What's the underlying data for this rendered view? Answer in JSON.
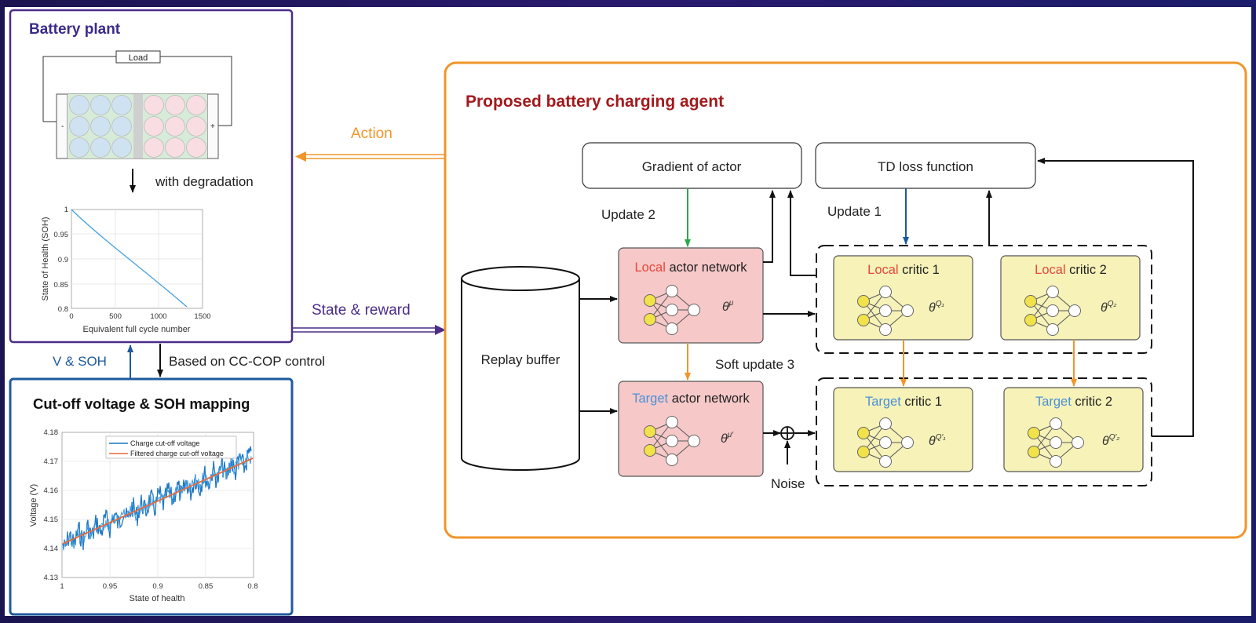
{
  "battery_plant": {
    "title": "Battery plant",
    "load_label": "Load",
    "neg_terminal": "-",
    "pos_terminal": "+",
    "degradation_label": "with degradation"
  },
  "soh_plot": {
    "ylabel": "State of Health (SOH)",
    "xlabel": "Equivalent full cycle number",
    "y_ticks": [
      "1",
      "0.95",
      "0.9",
      "0.85",
      "0.8"
    ],
    "x_ticks": [
      "0",
      "500",
      "1000",
      "1500"
    ]
  },
  "cutoff_panel": {
    "title": "Cut-off voltage & SOH mapping",
    "ylabel": "Voltage (V)",
    "xlabel": "State of health",
    "y_ticks": [
      "4.18",
      "4.17",
      "4.16",
      "4.15",
      "4.14",
      "4.13"
    ],
    "x_ticks": [
      "1",
      "0.95",
      "0.9",
      "0.85",
      "0.8"
    ],
    "legend": [
      "Charge cut-off voltage",
      "Filtered charge cut-off voltage"
    ]
  },
  "arrows": {
    "action": "Action",
    "state_reward": "State & reward",
    "v_soh": "V & SOH",
    "cc_cop": "Based on CC-COP control"
  },
  "agent": {
    "title": "Proposed battery charging agent",
    "gradient_box": "Gradient of actor",
    "td_box": "TD loss function",
    "update2": "Update 2",
    "update1": "Update 1",
    "soft_update": "Soft update 3",
    "replay_buffer": "Replay buffer",
    "noise": "Noise",
    "local_word": "Local",
    "target_word": "Target",
    "actor_suffix": " actor network",
    "critic1_suffix": " critic 1",
    "critic2_suffix": " critic 2",
    "theta_local_actor": "θ",
    "sup_local_actor": "μ",
    "theta_target_actor": "θ",
    "sup_target_actor": "μ′",
    "theta_q1": "θ",
    "sup_q1": "Q₁",
    "theta_q2": "θ",
    "sup_q2": "Q₂",
    "theta_tq1": "θ",
    "sup_tq1": "Q′₁",
    "theta_tq2": "θ",
    "sup_tq2": "Q′₂"
  },
  "colors": {
    "purple": "#4a2c8a",
    "blue": "#1e5a9c",
    "orange": "#f0962a",
    "dark_red": "#a3191c",
    "local_red": "#e8463c",
    "target_blue": "#4a90d9",
    "actor_fill": "#f6c8c8",
    "critic_fill": "#f6f2b8",
    "green": "#2aa84a"
  }
}
